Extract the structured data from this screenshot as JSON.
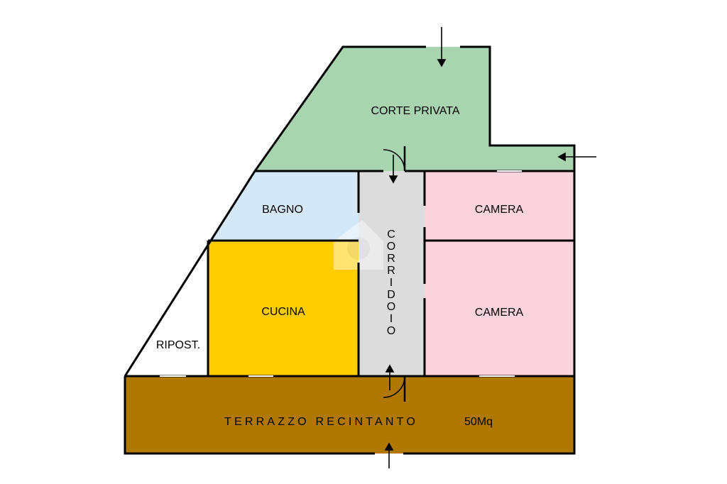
{
  "plan": {
    "rooms": {
      "corte": "CORTE PRIVATA",
      "bagno": "BAGNO",
      "camera_top": "CAMERA",
      "camera_bottom": "CAMERA",
      "cucina": "CUCINA",
      "ripost": "RIPOST.",
      "corridoio_letters": [
        "C",
        "O",
        "R",
        "R",
        "I",
        "D",
        "O",
        "I",
        "O"
      ],
      "terrazzo": "TERRAZZO RECINTANTO",
      "terrazzo_area": "50Mq"
    },
    "colors": {
      "corte": "#a8d5b0",
      "bagno": "#d5e8f8",
      "camera": "#fbd3dc",
      "cucina": "#ffcc00",
      "corridoio": "#dcdcdc",
      "terrazzo": "#b07800",
      "ripost": "#ffffff"
    }
  }
}
